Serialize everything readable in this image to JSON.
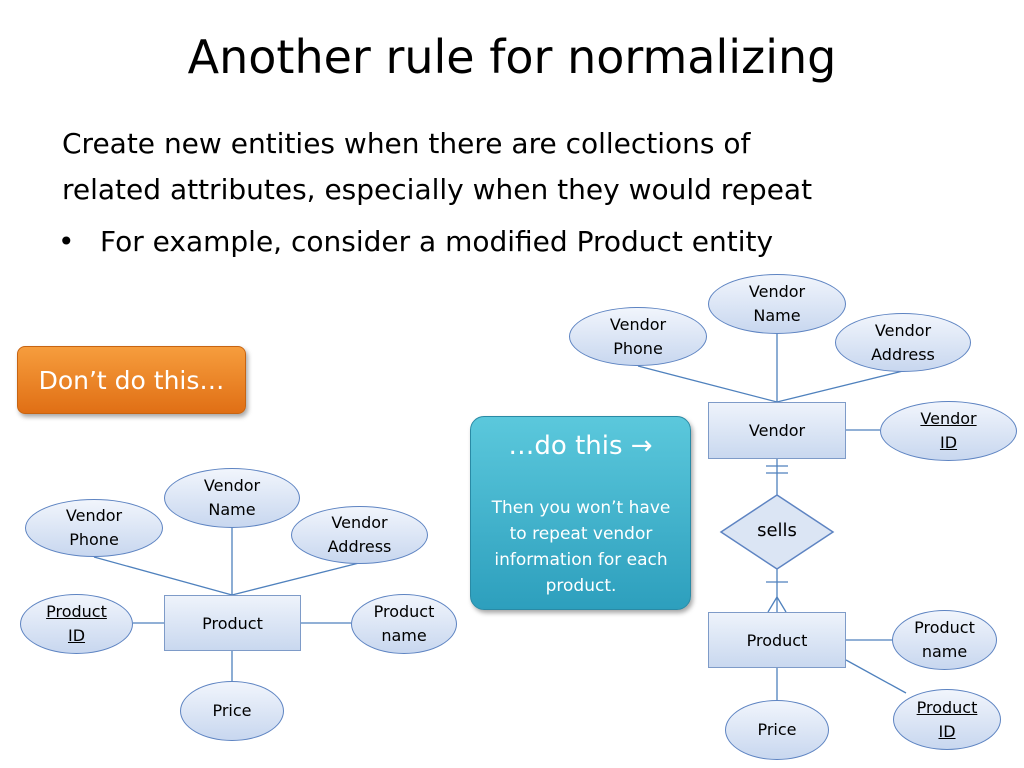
{
  "slide": {
    "title": "Another rule for normalizing",
    "body_line1": "Create new entities when there are collections of",
    "body_line2": "related attributes, especially when they would repeat",
    "bullet_symbol": "•",
    "bullet": "For example, consider a modified Product entity"
  },
  "callouts": {
    "dont_label": "Don’t do this…",
    "do_label": "…do this",
    "do_arrow": "→",
    "do_text": "Then you won’t have to repeat vendor information for each product."
  },
  "left_diagram": {
    "entity": "Product",
    "vendor_phone": [
      "Vendor",
      "Phone"
    ],
    "vendor_name": [
      "Vendor",
      "Name"
    ],
    "vendor_address": [
      "Vendor",
      "Address"
    ],
    "product_id": [
      "Product",
      "ID"
    ],
    "product_name": [
      "Product",
      "name"
    ],
    "price": "Price"
  },
  "right_diagram": {
    "vendor_entity": "Vendor",
    "product_entity": "Product",
    "relationship": "sells",
    "vendor_name": [
      "Vendor",
      "Name"
    ],
    "vendor_phone": [
      "Vendor",
      "Phone"
    ],
    "vendor_address": [
      "Vendor",
      "Address"
    ],
    "vendor_id": [
      "Vendor",
      "ID"
    ],
    "product_name": [
      "Product",
      "name"
    ],
    "product_id": [
      "Product",
      "ID"
    ],
    "price": "Price"
  },
  "colors": {
    "accent_orange": "#f28a2e",
    "accent_teal": "#3bb3cf",
    "entity_border": "#7e9bc8",
    "line": "#4f81bd"
  }
}
